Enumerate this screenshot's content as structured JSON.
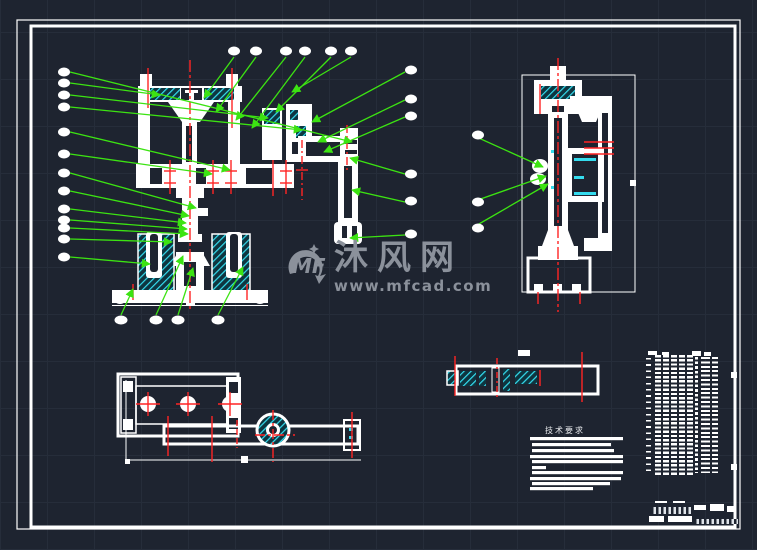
{
  "watermark": {
    "logo": "MF",
    "brand": "沐风网",
    "url": "www.mfcad.com"
  },
  "tech_notes": {
    "title": "技术要求"
  },
  "colors": {
    "background": "#1e2430",
    "drawing_line": "#ffffff",
    "leader_line": "#3ce312",
    "center_line": "#ff2424",
    "hatch": "#35dcee",
    "watermark_gray": "#8b919b"
  }
}
